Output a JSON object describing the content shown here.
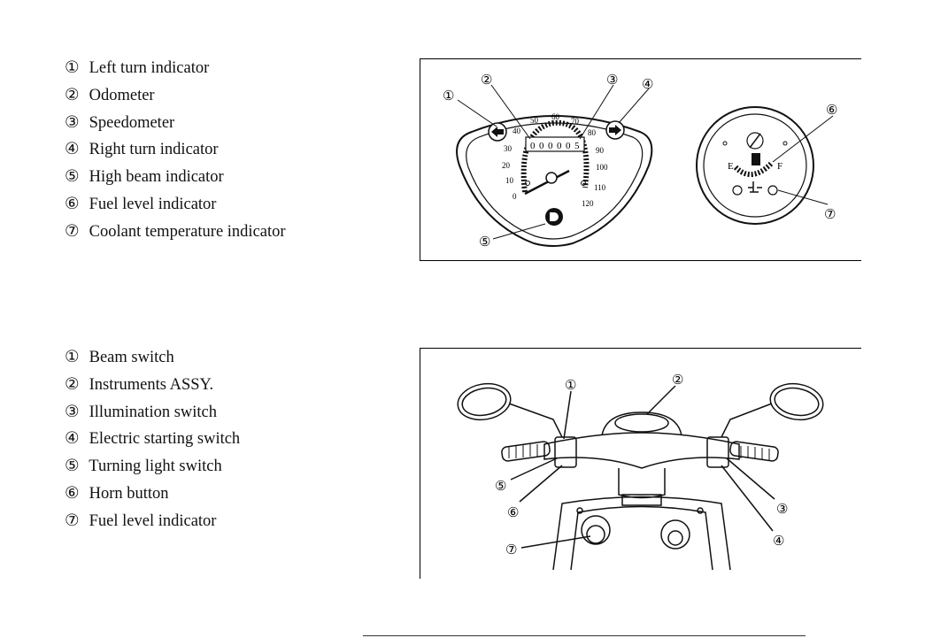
{
  "instrument_legend": [
    {
      "num": "①",
      "text": "Left turn indicator"
    },
    {
      "num": "②",
      "text": "Odometer"
    },
    {
      "num": "③",
      "text": "Speedometer"
    },
    {
      "num": "④",
      "text": "Right turn indicator"
    },
    {
      "num": "⑤",
      "text": "High beam indicator"
    },
    {
      "num": "⑥",
      "text": "Fuel level indicator"
    },
    {
      "num": "⑦",
      "text": "Coolant temperature indicator"
    }
  ],
  "controls_legend": [
    {
      "num": "①",
      "text": "Beam switch"
    },
    {
      "num": "②",
      "text": "Instruments ASSY."
    },
    {
      "num": "③",
      "text": "Illumination switch"
    },
    {
      "num": "④",
      "text": "Electric starting switch"
    },
    {
      "num": "⑤",
      "text": "Turning light switch"
    },
    {
      "num": "⑥",
      "text": "Horn button"
    },
    {
      "num": "⑦",
      "text": "Fuel level indicator"
    }
  ],
  "speedometer": {
    "scale": [
      "0",
      "10",
      "20",
      "30",
      "40",
      "50",
      "60",
      "70",
      "80",
      "90",
      "100",
      "110",
      "120"
    ],
    "odometer_digits": [
      "0",
      "0",
      "0",
      "0",
      "0",
      "5"
    ],
    "fuel_empty": "E",
    "fuel_full": "F"
  },
  "callouts": {
    "c1": "①",
    "c2": "②",
    "c3": "③",
    "c4": "④",
    "c5": "⑤",
    "c6": "⑥",
    "c7": "⑦"
  }
}
